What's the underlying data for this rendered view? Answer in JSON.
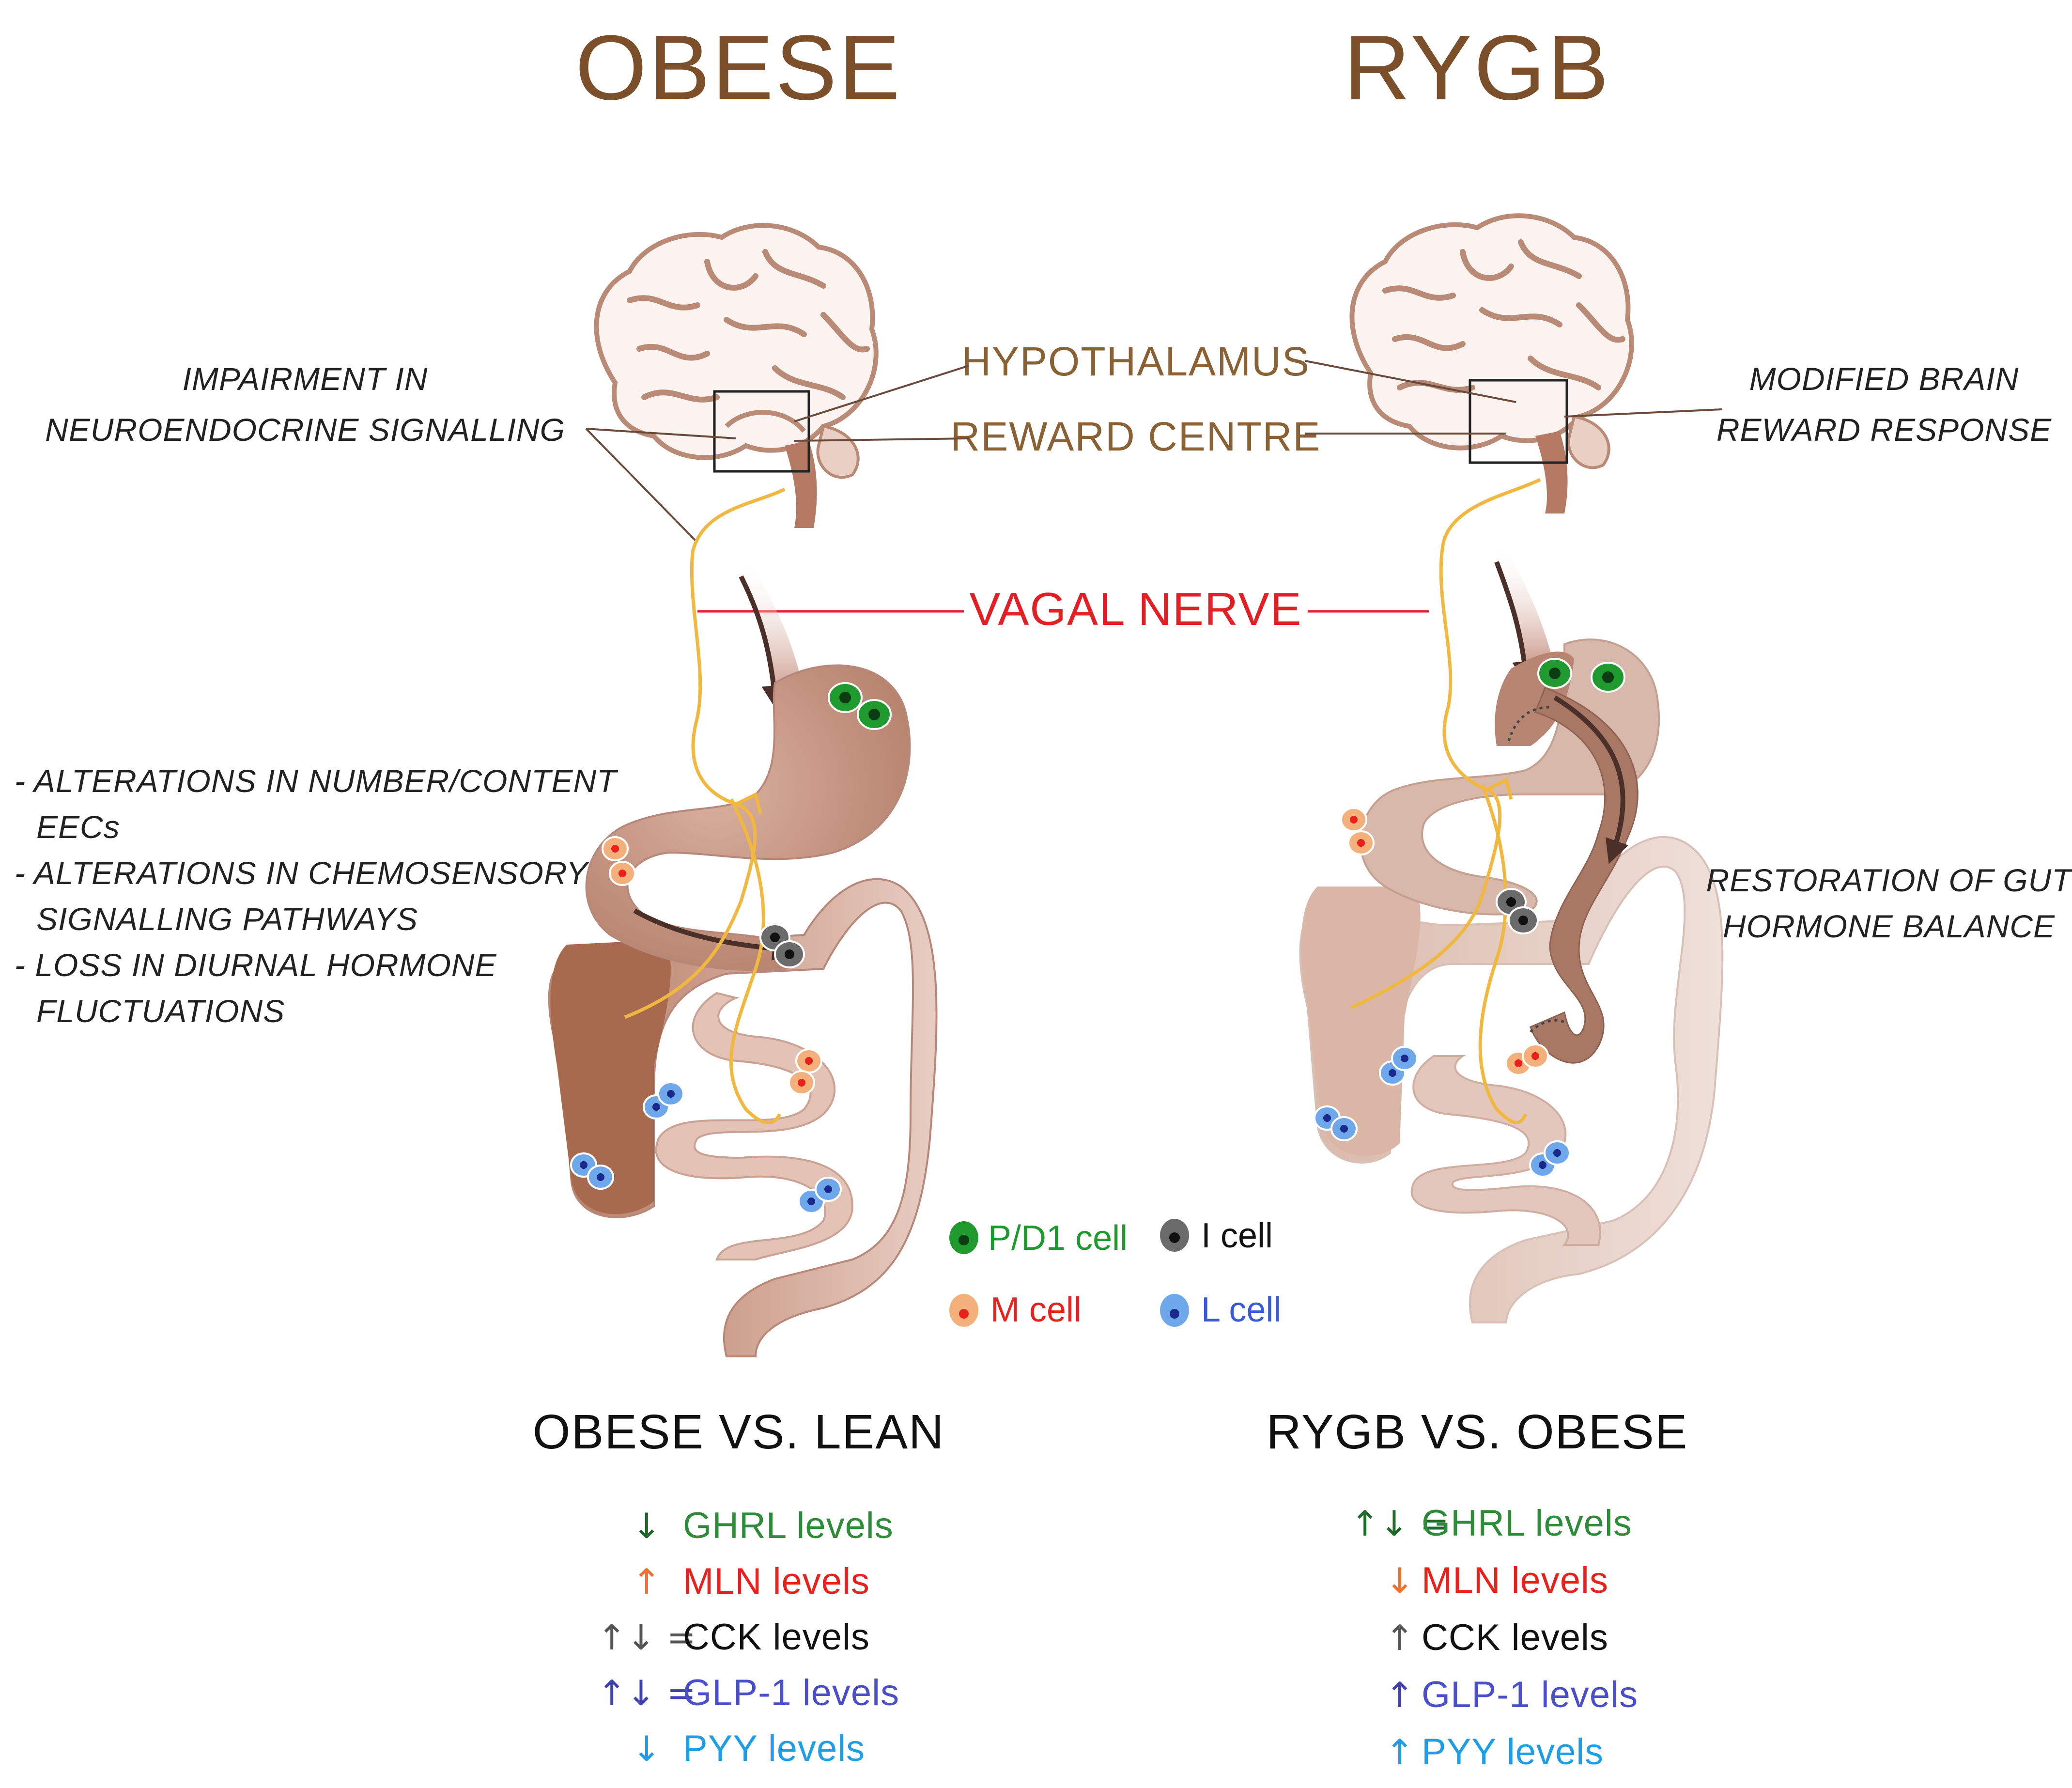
{
  "titles": {
    "left": "OBESE",
    "right": "RYGB"
  },
  "labels": {
    "hypothalamus": "HYPOTHALAMUS",
    "reward_centre": "REWARD CENTRE",
    "vagal_nerve": "VAGAL NERVE"
  },
  "annotations": {
    "left_brain": [
      "IMPAIRMENT IN",
      "NEUROENDOCRINE SIGNALLING"
    ],
    "right_brain": [
      "MODIFIED BRAIN",
      "REWARD RESPONSE"
    ],
    "left_gut": [
      "- ALTERATIONS IN NUMBER/CONTENT",
      "EECs",
      "- ALTERATIONS IN CHEMOSENSORY",
      "SIGNALLING PATHWAYS",
      "- LOSS IN DIURNAL HORMONE",
      "FLUCTUATIONS"
    ],
    "right_gut": [
      "RESTORATION OF GUT",
      "HORMONE BALANCE"
    ]
  },
  "legend": [
    {
      "label": "P/D1 cell",
      "color": "#1f9a2e",
      "icon": "pd1-cell-icon"
    },
    {
      "label": "I cell",
      "color": "#111111",
      "icon": "i-cell-icon"
    },
    {
      "label": "M cell",
      "color": "#e8211c",
      "icon": "m-cell-icon"
    },
    {
      "label": "L cell",
      "color": "#3b5bd6",
      "icon": "l-cell-icon"
    }
  ],
  "comparisons": {
    "left": {
      "title": "OBESE VS. LEAN",
      "levels": [
        {
          "symbol": "↓",
          "label": "GHRL levels",
          "color": "#2e8b3a",
          "symbol_color": "#1e6b2a"
        },
        {
          "symbol": "↑",
          "label": "MLN levels",
          "color": "#e8211c",
          "symbol_color": "#f07030"
        },
        {
          "symbol": "↑↓ =",
          "label": "CCK levels",
          "color": "#111111",
          "symbol_color": "#555555"
        },
        {
          "symbol": "↑↓ =",
          "label": "GLP-1 levels",
          "color": "#4a4fc9",
          "symbol_color": "#4040b0"
        },
        {
          "symbol": "↓",
          "label": "PYY levels",
          "color": "#1f9ee8",
          "symbol_color": "#1f9ee8"
        }
      ]
    },
    "right": {
      "title": "RYGB VS. OBESE",
      "levels": [
        {
          "symbol": "↑↓ =",
          "label": "GHRL levels",
          "color": "#2e8b3a",
          "symbol_color": "#1e6b2a"
        },
        {
          "symbol": "↓",
          "label": "MLN levels",
          "color": "#e8211c",
          "symbol_color": "#f07030"
        },
        {
          "symbol": "↑",
          "label": "CCK levels",
          "color": "#111111",
          "symbol_color": "#555555"
        },
        {
          "symbol": "↑",
          "label": "GLP-1 levels",
          "color": "#4a4fc9",
          "symbol_color": "#4040b0"
        },
        {
          "symbol": "↑",
          "label": "PYY levels",
          "color": "#1f9ee8",
          "symbol_color": "#1f9ee8"
        }
      ]
    }
  },
  "colors": {
    "title": "#7a4f2a",
    "brain_label": "#8a6035",
    "vagal": "#e31e24",
    "nerve": "#f0b840",
    "tissue_dark": "#a86a4f",
    "tissue_mid": "#c99a86",
    "tissue_light": "#e7cbbf"
  }
}
